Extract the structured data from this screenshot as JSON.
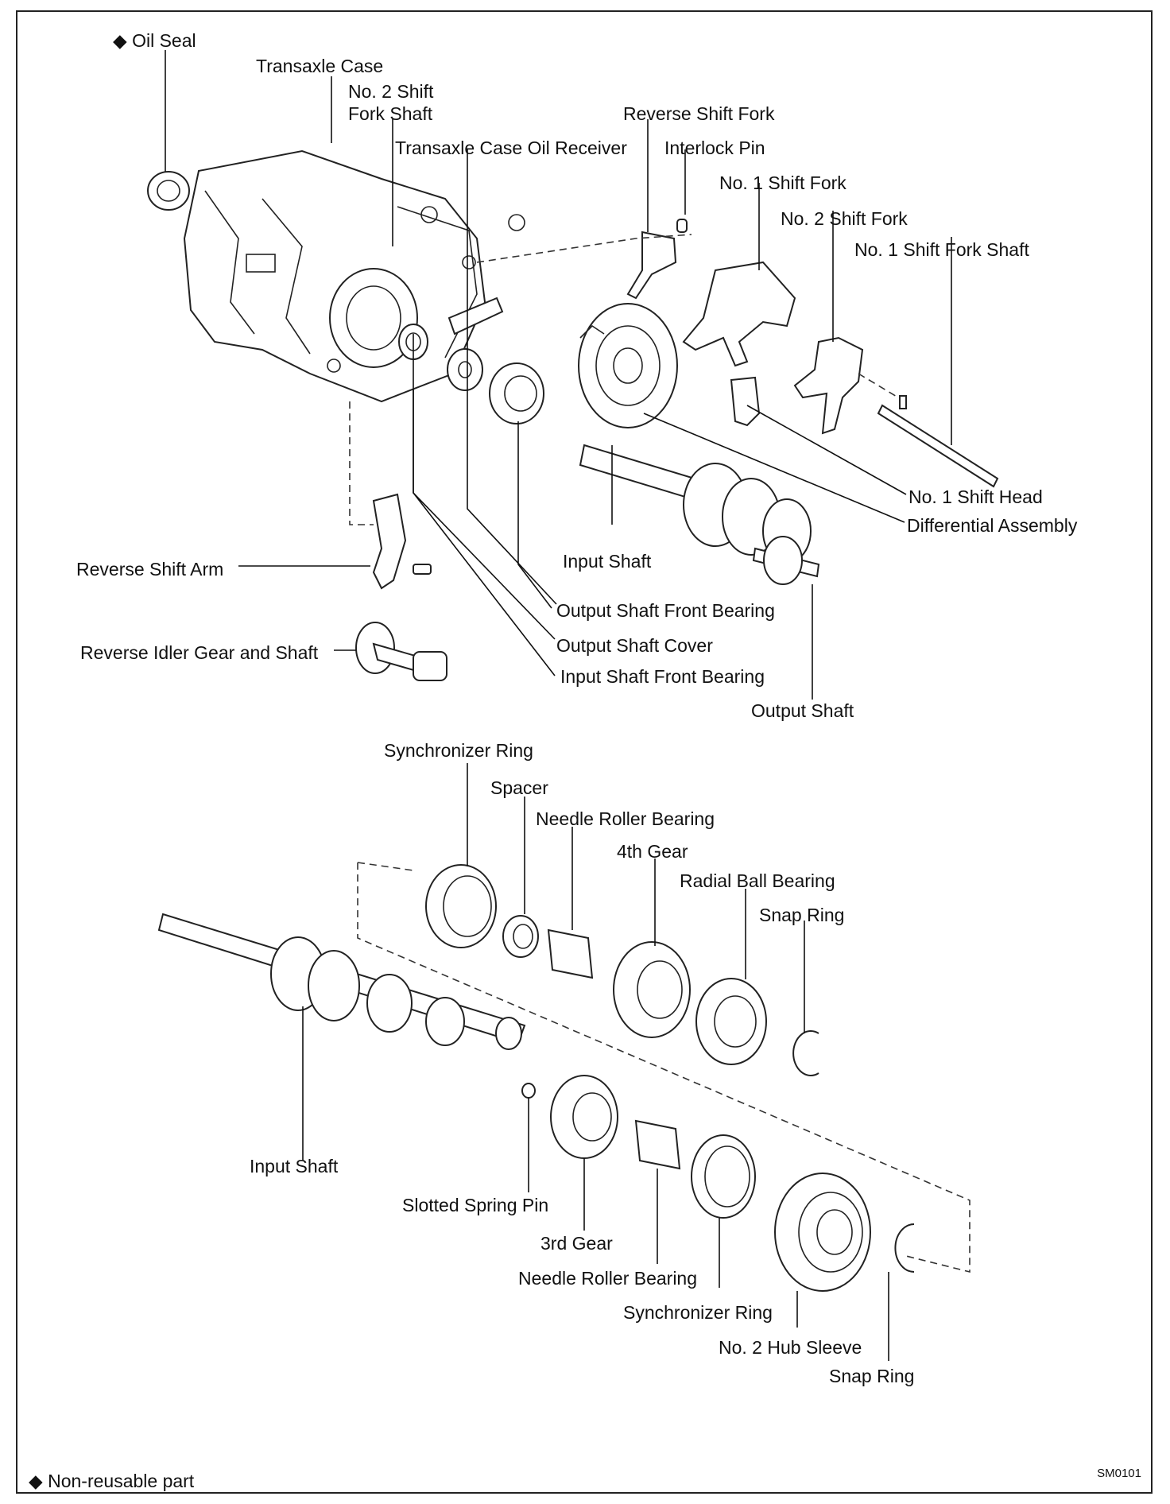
{
  "labels": {
    "oil_seal": "Oil Seal",
    "transaxle_case": "Transaxle Case",
    "no2_shift_fork_shaft_l1": "No. 2 Shift",
    "no2_shift_fork_shaft_l2": "Fork Shaft",
    "case_oil_receiver": "Transaxle Case Oil Receiver",
    "reverse_shift_fork": "Reverse Shift Fork",
    "interlock_pin": "Interlock Pin",
    "no1_shift_fork": "No. 1 Shift Fork",
    "no2_shift_fork": "No. 2 Shift Fork",
    "no1_shift_fork_shaft": "No. 1 Shift Fork Shaft",
    "no1_shift_head": "No. 1 Shift Head",
    "differential_assembly": "Differential Assembly",
    "input_shaft_top": "Input Shaft",
    "reverse_shift_arm": "Reverse Shift Arm",
    "output_shaft_front_bearing": "Output Shaft Front Bearing",
    "output_shaft_cover": "Output Shaft Cover",
    "reverse_idler_gear": "Reverse Idler Gear and Shaft",
    "input_shaft_front_bearing": "Input Shaft Front Bearing",
    "output_shaft": "Output Shaft",
    "synchronizer_ring_top": "Synchronizer Ring",
    "spacer": "Spacer",
    "needle_roller_bearing_top": "Needle Roller Bearing",
    "fourth_gear": "4th Gear",
    "radial_ball_bearing": "Radial Ball Bearing",
    "snap_ring_top": "Snap Ring",
    "input_shaft_bottom": "Input Shaft",
    "slotted_spring_pin": "Slotted Spring Pin",
    "third_gear": "3rd Gear",
    "needle_roller_bearing_bottom": "Needle Roller Bearing",
    "synchronizer_ring_bottom": "Synchronizer Ring",
    "no2_hub_sleeve": "No. 2 Hub Sleeve",
    "snap_ring_bottom": "Snap Ring"
  },
  "legend": {
    "symbol": "◆",
    "text": "Non-reusable part"
  },
  "oil_seal_marker": "◆",
  "figure_code": "SM0101"
}
